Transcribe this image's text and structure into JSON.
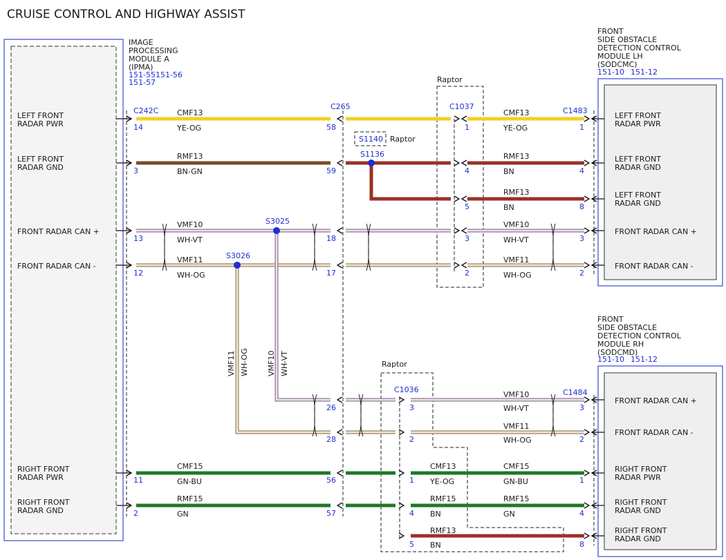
{
  "title": "CRUISE CONTROL AND HIGHWAY ASSIST",
  "ipma": {
    "lines": [
      "IMAGE",
      "PROCESSING",
      "MODULE A",
      "(IPMA)"
    ],
    "refs": [
      "151-55151-56",
      "151-57"
    ],
    "pins": [
      {
        "label": [
          "LEFT FRONT",
          "RADAR PWR"
        ]
      },
      {
        "label": [
          "LEFT FRONT",
          "RADAR GND"
        ]
      },
      {
        "label": [
          "FRONT RADAR CAN +"
        ]
      },
      {
        "label": [
          "FRONT RADAR CAN -"
        ]
      },
      {
        "label": [
          "RIGHT FRONT",
          "RADAR PWR"
        ]
      },
      {
        "label": [
          "RIGHT FRONT",
          "RADAR GND"
        ]
      }
    ]
  },
  "lh": {
    "lines": [
      "FRONT",
      "SIDE OBSTACLE",
      "DETECTION CONTROL",
      "MODULE LH",
      "(SODCMC)"
    ],
    "refs": [
      "151-10",
      "151-12"
    ],
    "pins": [
      {
        "label": [
          "LEFT FRONT",
          "RADAR PWR"
        ]
      },
      {
        "label": [
          "LEFT FRONT",
          "RADAR GND"
        ]
      },
      {
        "label": [
          "LEFT FRONT",
          "RADAR GND"
        ]
      },
      {
        "label": [
          "FRONT RADAR CAN +"
        ]
      },
      {
        "label": [
          "FRONT RADAR CAN -"
        ]
      }
    ]
  },
  "rh": {
    "lines": [
      "FRONT",
      "SIDE OBSTACLE",
      "DETECTION CONTROL",
      "MODULE RH",
      "(SODCMD)"
    ],
    "refs": [
      "151-10",
      "151-12"
    ],
    "pins": [
      {
        "label": [
          "FRONT RADAR CAN +"
        ]
      },
      {
        "label": [
          "FRONT RADAR CAN -"
        ]
      },
      {
        "label": [
          "RIGHT FRONT",
          "RADAR PWR"
        ]
      },
      {
        "label": [
          "RIGHT FRONT",
          "RADAR GND"
        ]
      },
      {
        "label": [
          "RIGHT FRONT",
          "RADAR GND"
        ]
      }
    ]
  },
  "connectors": {
    "c242c": "C242C",
    "c265": "C265",
    "c1037": "C1037",
    "c1483": "C1483",
    "c1036": "C1036",
    "c1484": "C1484"
  },
  "splices": {
    "s1140": "S1140",
    "s1136": "S1136",
    "s3025": "S3025",
    "s3026": "S3026"
  },
  "raptor": "Raptor",
  "pin_numbers": {
    "ipma": [
      "14",
      "3",
      "13",
      "12",
      "11",
      "2"
    ],
    "c265": [
      "58",
      "59",
      "18",
      "17",
      "26",
      "28",
      "56",
      "57"
    ],
    "c1037": [
      "1",
      "4",
      "5",
      "3",
      "2"
    ],
    "c1483": [
      "1",
      "4",
      "8",
      "3",
      "2"
    ],
    "c1036": [
      "3",
      "2",
      "1",
      "4",
      "5"
    ],
    "c1484": [
      "3",
      "2",
      "1",
      "4",
      "8"
    ]
  },
  "wires": {
    "cmf13": {
      "circuit": "CMF13",
      "color": "YE-OG"
    },
    "rmf13_bngn": {
      "circuit": "RMF13",
      "color": "BN-GN"
    },
    "rmf13_bn": {
      "circuit": "RMF13",
      "color": "BN"
    },
    "vmf10": {
      "circuit": "VMF10",
      "color": "WH-VT"
    },
    "vmf11": {
      "circuit": "VMF11",
      "color": "WH-OG"
    },
    "cmf15": {
      "circuit": "CMF15",
      "color": "GN-BU"
    },
    "rmf15": {
      "circuit": "RMF15",
      "color": "GN"
    }
  },
  "colors": {
    "ye_og": "#f2d024",
    "bn_gn": "#7a4a2a",
    "bn": "#9c3028",
    "wh_vt": "#e3b4e8",
    "wh_og": "#f0c98c",
    "gn": "#1e7a24",
    "module_border": "#3b48d6",
    "blue_text": "#1f2fd0"
  }
}
